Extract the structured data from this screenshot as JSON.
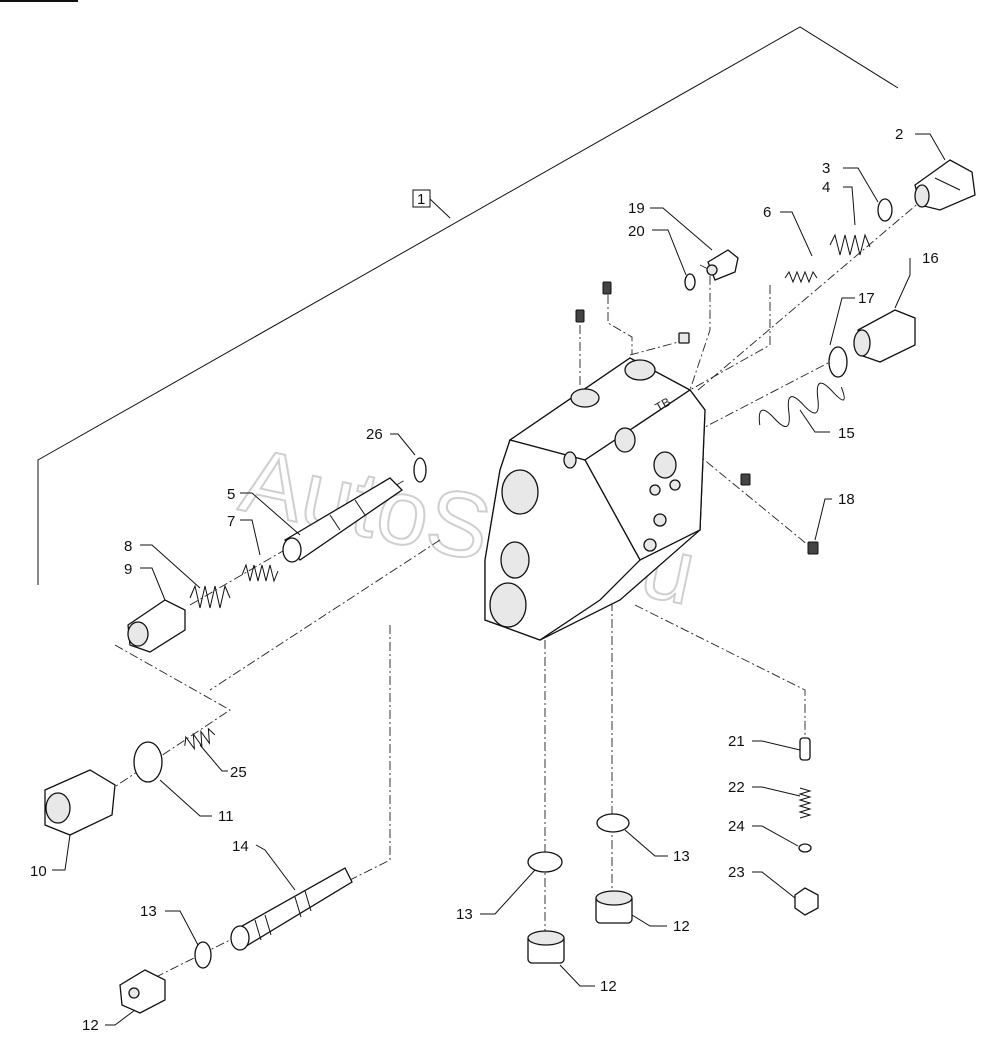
{
  "assembly_ref": "1",
  "watermark": "AutoSoft.ru",
  "callouts": {
    "c2": "2",
    "c3": "3",
    "c4": "4",
    "c5": "5",
    "c6": "6",
    "c7": "7",
    "c8": "8",
    "c9": "9",
    "c10": "10",
    "c11": "11",
    "c12a": "12",
    "c12b": "12",
    "c12c": "12",
    "c13a": "13",
    "c13b": "13",
    "c13c": "13",
    "c14": "14",
    "c15": "15",
    "c16": "16",
    "c17": "17",
    "c18": "18",
    "c19": "19",
    "c20": "20",
    "c21": "21",
    "c22": "22",
    "c23": "23",
    "c24": "24",
    "c25": "25",
    "c26": "26"
  }
}
